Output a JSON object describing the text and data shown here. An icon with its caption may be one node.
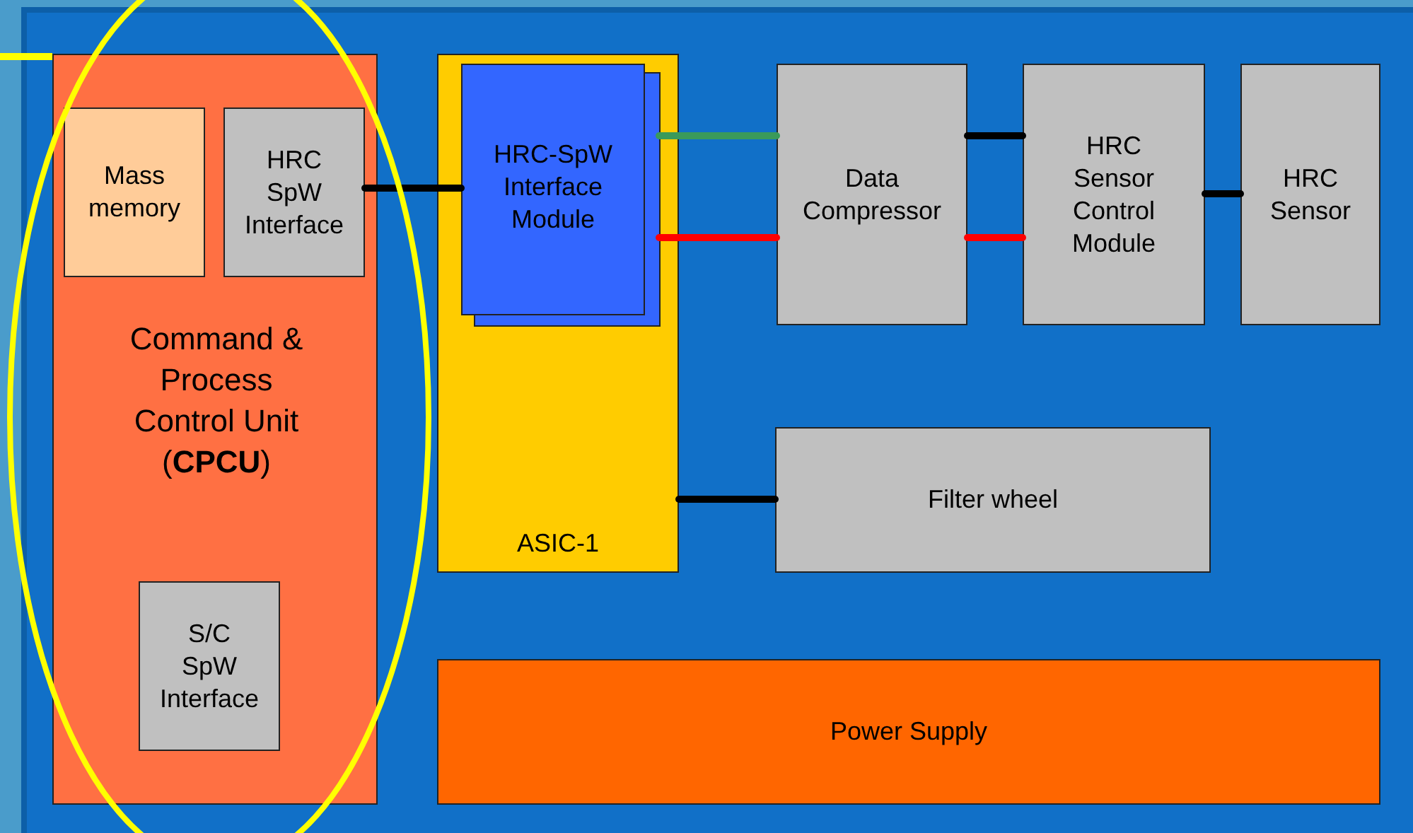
{
  "diagram": {
    "nodes": [
      {
        "text": [
          "Command & Process Control Unit (**CPCU**)"
        ]
      },
      {
        "text": [
          "Mass memory"
        ],
        "in": 0
      },
      {
        "text": [
          "HRC SpW Interface"
        ],
        "in": 0
      },
      {
        "text": [
          "S/C SpW Interface"
        ],
        "in": 0
      },
      {
        "text": [
          "ASIC-1"
        ]
      },
      {
        "text": [
          "HRC-SpW Interface Module"
        ],
        "in": 4
      },
      {
        "text": [
          "Data Compressor"
        ]
      },
      {
        "text": [
          "HRC Sensor Control Module"
        ]
      },
      {
        "text": [
          "HRC Sensor"
        ]
      },
      {
        "text": [
          "Filter wheel"
        ]
      },
      {
        "text": [
          "Power Supply"
        ]
      }
    ],
    "edges": [
      {
        "from": null,
        "to": 0,
        "arrow": "none",
        "color": "#ffff00"
      },
      {
        "from": 2,
        "to": 5,
        "arrow": "none"
      },
      {
        "from": 5,
        "to": 6,
        "arrow": "none",
        "color": "#3a9a5a"
      },
      {
        "from": 5,
        "to": 6,
        "arrow": "none",
        "color": "#ff0000"
      },
      {
        "from": 6,
        "to": 7,
        "arrow": "none"
      },
      {
        "from": 6,
        "to": 7,
        "arrow": "none",
        "color": "#ff0000"
      },
      {
        "from": 7,
        "to": 8,
        "arrow": "none"
      },
      {
        "from": 4,
        "to": 9,
        "arrow": "none"
      }
    ]
  }
}
